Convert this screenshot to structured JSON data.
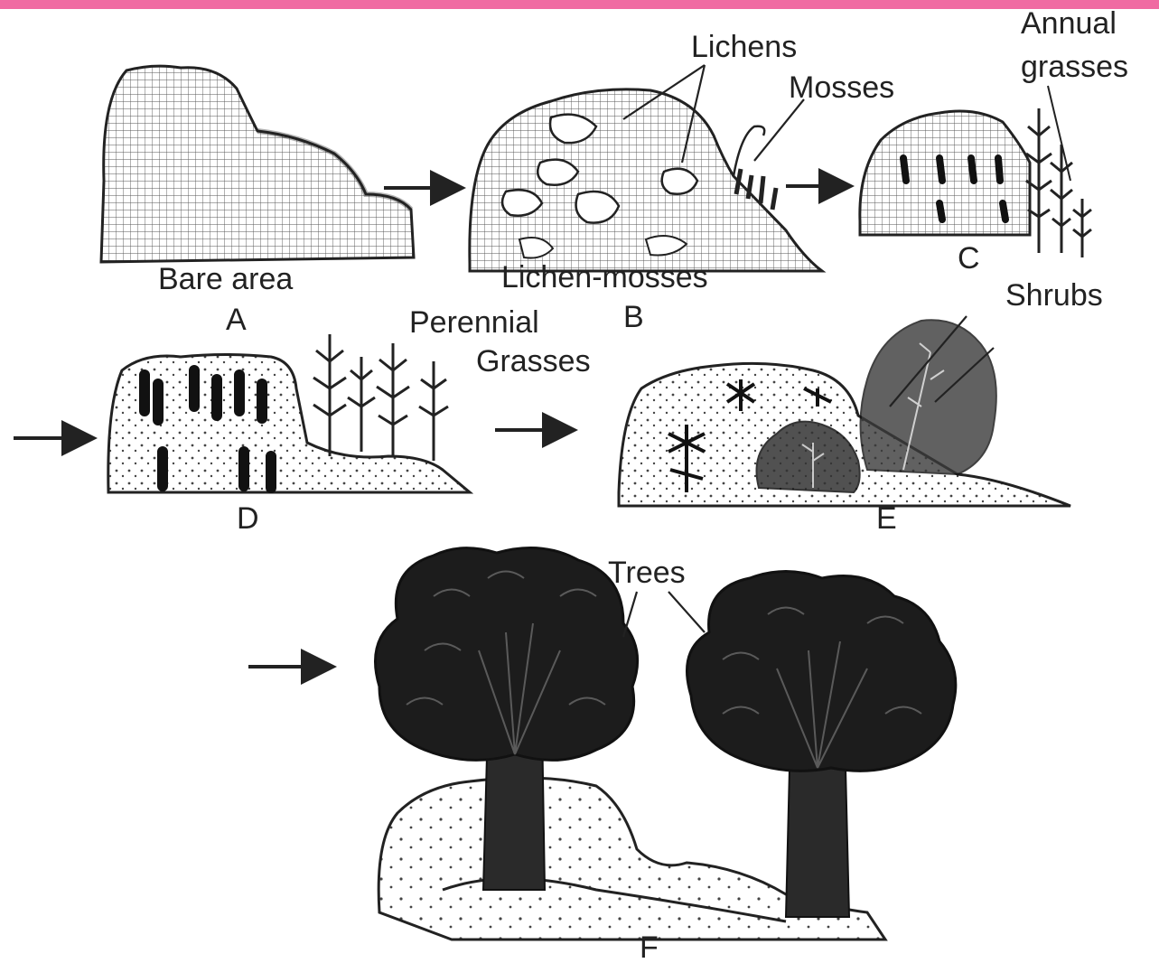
{
  "labels": {
    "lichens": "Lichens",
    "mosses": "Mosses",
    "annual_line1": "Annual",
    "annual_line2": "grasses",
    "bare_area": "Bare area",
    "letter_a": "A",
    "lichen_mosses": "Lichen-mosses",
    "letter_b": "B",
    "letter_c": "C",
    "shrubs": "Shrubs",
    "perennial_line1": "Perennial",
    "perennial_line2": "Grasses",
    "letter_d": "D",
    "letter_e": "E",
    "trees": "Trees",
    "letter_f": "F"
  },
  "colors": {
    "accent_bar": "#f06aa2",
    "ink": "#222222",
    "tree_canopy": "#1c1c1c"
  }
}
